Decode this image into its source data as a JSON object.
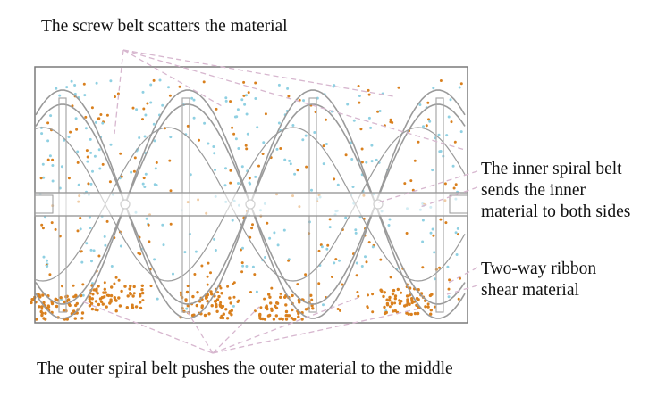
{
  "labels": {
    "top": "The screw belt scatters the material",
    "inner": [
      "The inner spiral belt",
      "sends the inner",
      "material to both sides"
    ],
    "ribbon": [
      "Two-way ribbon",
      "shear material"
    ],
    "bottom": "The outer spiral belt pushes the outer material to the middle"
  },
  "colors": {
    "frame": "#7a7a7a",
    "ribbon": "#9a9a9a",
    "leader": "#d7b7cf",
    "particle_orange": "#d9801e",
    "particle_blue": "#8fd0e2"
  }
}
